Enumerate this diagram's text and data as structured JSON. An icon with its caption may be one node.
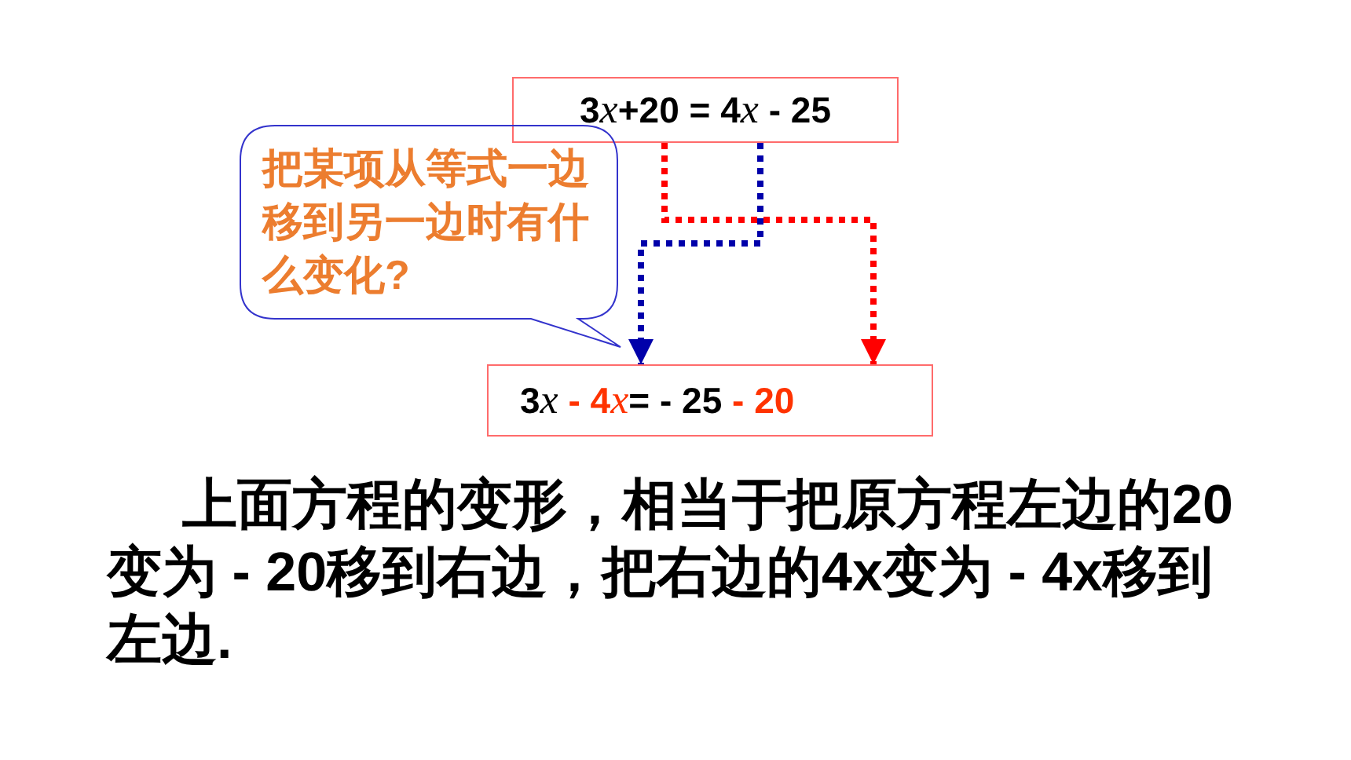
{
  "diagram": {
    "nodes": [
      {
        "text": [
          "3x+20 = 4x - 25"
        ]
      },
      {
        "text": [
          "把某项从等式一边移到另一边时有什么变化?"
        ]
      },
      {
        "text": [
          "3x - 4x= - 25 - 20"
        ]
      }
    ],
    "edges": [
      {
        "from": 0,
        "to": 2,
        "arrow": "to",
        "style": "dashed",
        "color": "#ff0000"
      },
      {
        "from": 0,
        "to": 2,
        "arrow": "to",
        "style": "dashed",
        "color": "#0000aa"
      }
    ],
    "labels": [
      "上面方程的变形，相当于把原方程左边的20变为 - 20移到右边，把右边的4x变为 - 4x移到左边."
    ]
  }
}
